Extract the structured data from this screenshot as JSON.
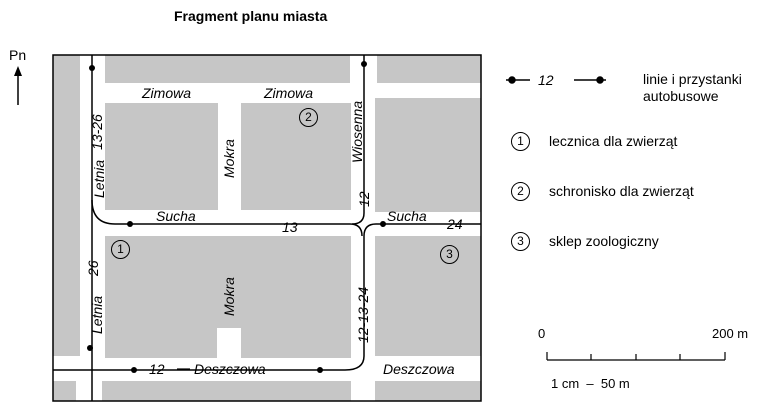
{
  "title": "Fragment planu miasta",
  "north_label": "Pn",
  "streets": {
    "zimowa_left": "Zimowa",
    "zimowa_right": "Zimowa",
    "mokra_north": "Mokra",
    "mokra_south": "Mokra",
    "wiosenna": "Wiosenna",
    "letnia_north": "Letnia",
    "letnia_south": "Letnia",
    "sucha_west": "Sucha",
    "sucha_east": "Sucha",
    "deszczowa_west": "Deszczowa",
    "deszczowa_east": "Deszczowa"
  },
  "bus_labels": {
    "letnia_north": "13-26",
    "letnia_south": "26",
    "sucha_middle": "13",
    "wiosenna": "12",
    "sucha_east": "24",
    "central_south": "12-13-24",
    "deszczowa": "12"
  },
  "markers": {
    "m1": "1",
    "m2": "2",
    "m3": "3"
  },
  "legend": {
    "bus_line_number": "12",
    "bus_line_text_1": "linie i przystanki",
    "bus_line_text_2": "autobusowe",
    "items": [
      {
        "num": "1",
        "text": "lecznica dla zwierząt"
      },
      {
        "num": "2",
        "text": "schronisko dla zwierząt"
      },
      {
        "num": "3",
        "text": "sklep zoologiczny"
      }
    ]
  },
  "scale": {
    "start": "0",
    "end": "200 m",
    "ratio": "1 cm  –  50 m"
  },
  "colors": {
    "block": "#c6c6c6",
    "road": "#ffffff",
    "line": "#000000"
  }
}
